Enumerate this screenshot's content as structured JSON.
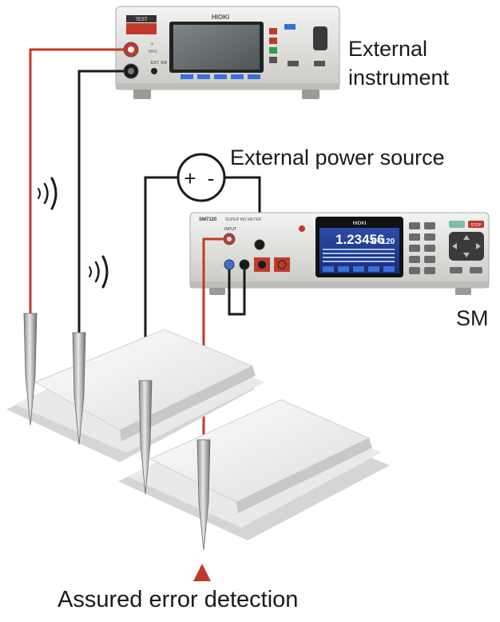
{
  "labels": {
    "external_instrument_line1": "External",
    "external_instrument_line2": "instrument",
    "external_power_source": "External power source",
    "sm": "SM",
    "bottom_caption": "Assured error detection"
  },
  "external_instrument_panel": {
    "brand": "HIOKI",
    "test_label": "TEST",
    "ext_sw_label": "EXT. SW"
  },
  "power_source_symbol": {
    "plus": "+",
    "minus": "-"
  },
  "sm_meter": {
    "model": "SM7120",
    "model_subtitle": "SUPER MΩ METER",
    "brand": "HIOKI",
    "reading": "1.23456",
    "reading_exponent": "E+120",
    "stop_label": "STOP",
    "input_label": "INPUT"
  },
  "colors": {
    "red_lead": "#c0392b",
    "black_lead": "#1a1a1a",
    "warning_triangle": "#c0392b",
    "instrument_body": "#e2e2e0",
    "screen_blue": "#1f3a8a"
  }
}
